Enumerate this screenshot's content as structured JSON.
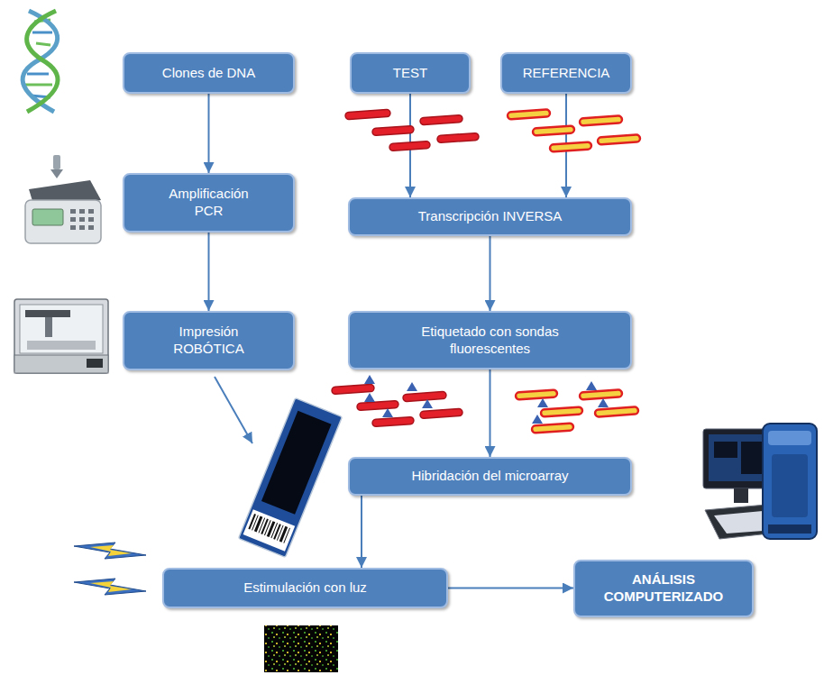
{
  "diagram": {
    "nodes": [
      {
        "text": [
          "Clones de DNA"
        ]
      },
      {
        "text": [
          "TEST"
        ]
      },
      {
        "text": [
          "REFERENCIA"
        ]
      },
      {
        "text": [
          "Amplificación PCR"
        ]
      },
      {
        "text": [
          "Transcripción INVERSA"
        ]
      },
      {
        "text": [
          "Impresión ROBÓTICA"
        ]
      },
      {
        "text": [
          "Etiquetado con sondas fluorescentes"
        ]
      },
      {
        "text": [
          "Hibridación del microarray"
        ]
      },
      {
        "text": [
          "Estimulación con luz"
        ]
      },
      {
        "text": [
          "ANÁLISIS COMPUTERIZADO"
        ]
      }
    ],
    "edges": [
      {
        "from": 0,
        "to": 3,
        "arrow": "to"
      },
      {
        "from": 3,
        "to": 5,
        "arrow": "to"
      },
      {
        "from": 1,
        "to": 4,
        "arrow": "to"
      },
      {
        "from": 2,
        "to": 4,
        "arrow": "to"
      },
      {
        "from": 4,
        "to": 6,
        "arrow": "to"
      },
      {
        "from": 6,
        "to": 7,
        "arrow": "to"
      },
      {
        "from": 7,
        "to": 8,
        "arrow": "to"
      },
      {
        "from": 8,
        "to": 9,
        "arrow": "to"
      }
    ]
  }
}
